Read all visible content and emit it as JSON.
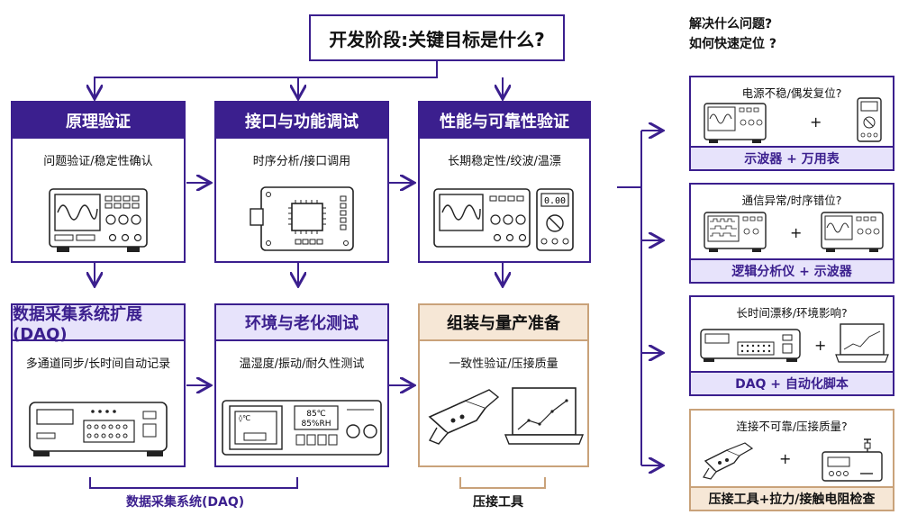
{
  "title": "开发阶段:关键目标是什么?",
  "side_questions": [
    "解决什么问题?",
    "如何快速定位 ?"
  ],
  "stages": [
    {
      "title": "原理验证",
      "subtitle": "问题验证/稳定性确认"
    },
    {
      "title": "接口与功能调试",
      "subtitle": "时序分析/接口调用"
    },
    {
      "title": "性能与可靠性验证",
      "subtitle": "长期稳定性/绞波/温漂"
    },
    {
      "title": "数据采集系统扩展(DAQ)",
      "subtitle": "多通道同步/长时间自动记录"
    },
    {
      "title": "环境与老化测试",
      "subtitle": "温湿度/振动/耐久性测试"
    },
    {
      "title": "组装与量产准备",
      "subtitle": "一致性验证/压接质量"
    }
  ],
  "chamber": {
    "temp": "85℃",
    "rh": "85%RH",
    "icon": "◊℃"
  },
  "meter_readout": "0.00",
  "brackets": {
    "daq": "数据采集系统(DAQ)",
    "crimp": "压接工具"
  },
  "solutions": [
    {
      "question": "电源不稳/偶发复位?",
      "answer": "示波器 + 万用表"
    },
    {
      "question": "通信异常/时序错位?",
      "answer": "逻辑分析仪 + 示波器"
    },
    {
      "question": "长时间漂移/环境影响?",
      "answer": "DAQ +  自动化脚本"
    },
    {
      "question": "连接不可靠/压接质量?",
      "answer": "压接工具+拉力/接触电阻检查"
    }
  ],
  "plus": "+",
  "colors": {
    "primary": "#3b1f8e",
    "light": "#e7e3fb",
    "tan_border": "#c9a27a",
    "tan_fill": "#f6e7d6"
  }
}
